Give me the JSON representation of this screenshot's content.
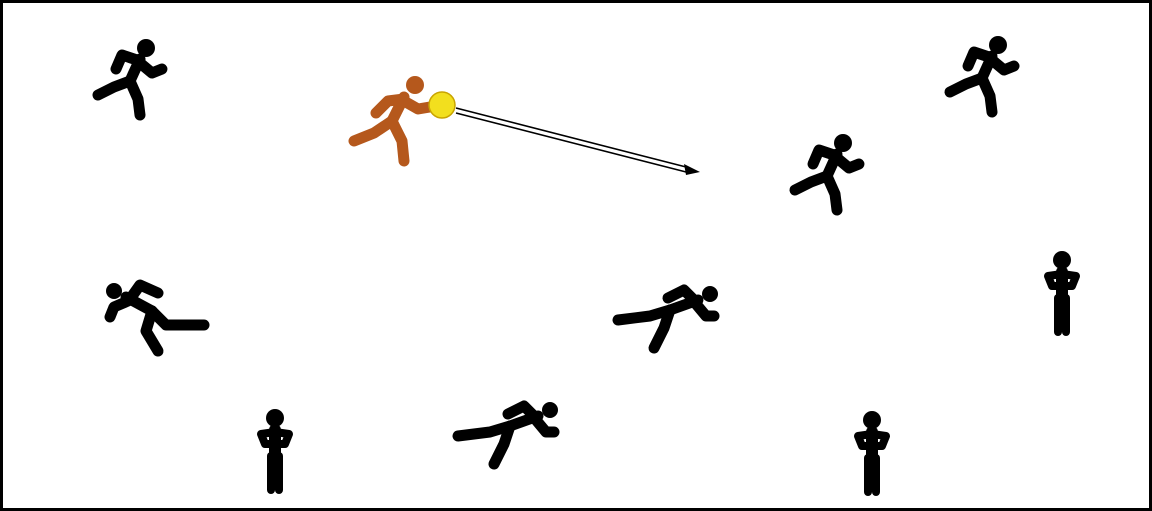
{
  "diagram": {
    "type": "activity-field",
    "background": "#ffffff",
    "border_color": "#000000",
    "player_color": "#000000",
    "thrower_color": "#b5581c",
    "ball_color": "#f2df1e",
    "ball_outline": "#c9a400",
    "arrow_color": "#000000",
    "players": [
      {
        "id": "thrower",
        "pose": "throwing",
        "role": "thrower"
      },
      {
        "id": "runner-top-left",
        "pose": "running-right",
        "role": "runner"
      },
      {
        "id": "runner-top-right",
        "pose": "running-right",
        "role": "runner"
      },
      {
        "id": "runner-mid-right",
        "pose": "running-right",
        "role": "runner"
      },
      {
        "id": "diver-left",
        "pose": "diving-left",
        "role": "runner"
      },
      {
        "id": "diver-center",
        "pose": "diving-right",
        "role": "runner"
      },
      {
        "id": "diver-bottom",
        "pose": "diving-right",
        "role": "runner"
      },
      {
        "id": "stander-right",
        "pose": "standing",
        "role": "stander"
      },
      {
        "id": "stander-bottom-left",
        "pose": "standing",
        "role": "stander"
      },
      {
        "id": "stander-bottom-right",
        "pose": "standing",
        "role": "stander"
      }
    ],
    "ball": {
      "holder": "thrower"
    },
    "pass": {
      "from": "thrower",
      "to": "runner-mid-right",
      "style": "double-line-arrow"
    }
  }
}
